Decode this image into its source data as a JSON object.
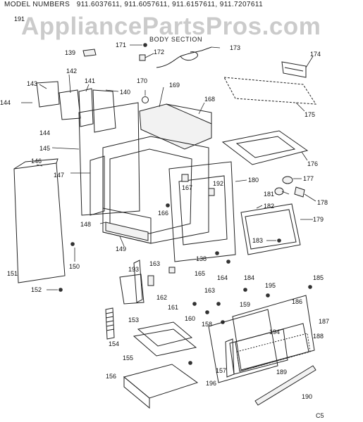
{
  "header": {
    "model_label": "MODEL NUMBERS",
    "model_numbers": "911.6037611, 911.6057611, 911.6157611, 911.7207611",
    "section_title": "BODY SECTION",
    "page_code": "C5"
  },
  "watermark": "AppliancePartsPros.com",
  "callouts": [
    "171",
    "172",
    "173",
    "174",
    "175",
    "176",
    "177",
    "178",
    "179",
    "180",
    "181",
    "182",
    "183",
    "184",
    "185",
    "186",
    "187",
    "188",
    "189",
    "190",
    "191",
    "192",
    "193",
    "194",
    "195",
    "196",
    "138",
    "139",
    "140",
    "141",
    "142",
    "143",
    "144",
    "145",
    "146",
    "147",
    "148",
    "149",
    "150",
    "151",
    "152",
    "153",
    "154",
    "155",
    "156",
    "157",
    "158",
    "159",
    "160",
    "161",
    "162",
    "163",
    "164",
    "165",
    "166",
    "167",
    "168",
    "169",
    "170"
  ]
}
